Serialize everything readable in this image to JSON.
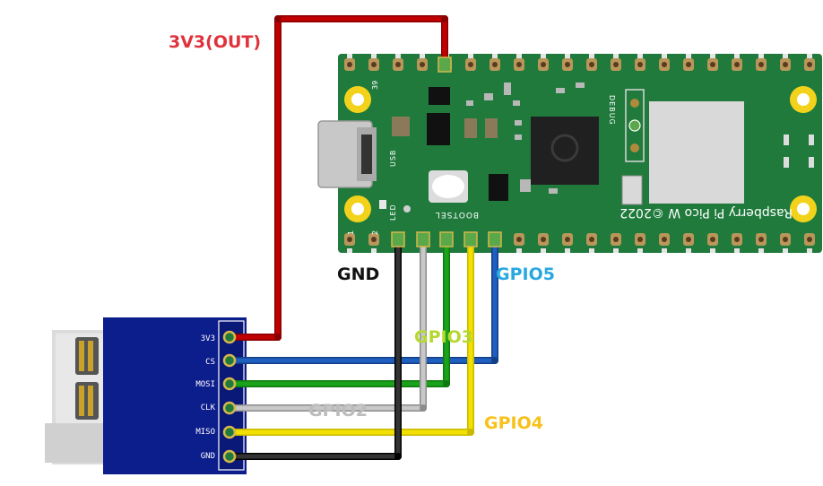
{
  "labels": {
    "v3v3_out": "3V3(OUT)",
    "gnd": "GND",
    "gpio5": "GPIO5",
    "gpio3": "GPIO3",
    "gpio2": "GPIO2",
    "gpio4": "GPIO4"
  },
  "sd_module": {
    "pins": [
      "3V3",
      "CS",
      "MOSI",
      "CLK",
      "MISO",
      "GND"
    ]
  },
  "pico": {
    "board_text": "Raspberry Pi Pico W ©2022",
    "usb": "USB",
    "led": "LED",
    "bootsel": "BOOTSEL",
    "debug": "DEBUG",
    "pin39": "39",
    "pin1": "1",
    "pin2": "2"
  },
  "colors": {
    "board_green": "#1f7a3c",
    "red_wire": "#c00000",
    "blue_wire": "#1f5fbf",
    "green_wire": "#1aa31a",
    "gray_wire": "#b3b3b3",
    "yellow_wire": "#f2e000",
    "black_wire": "#1a1a1a",
    "label_red": "#e0323c",
    "label_blue": "#29a8e0",
    "label_lime": "#b5d930",
    "label_gray": "#bcbcbc",
    "label_yellow": "#f7c21b"
  }
}
